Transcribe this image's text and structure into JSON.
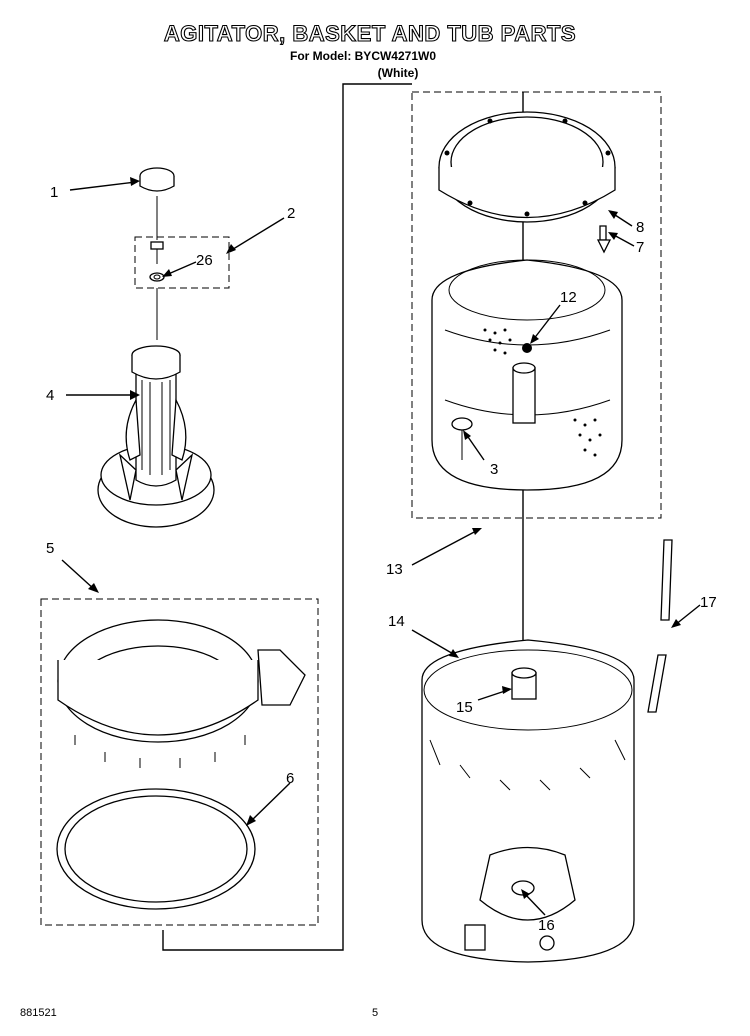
{
  "header": {
    "title": "AGITATOR, BASKET AND TUB PARTS",
    "model_line": "For Model: BYCW4271W0",
    "color_line": "(White)"
  },
  "callouts": [
    {
      "id": "1",
      "label": "1"
    },
    {
      "id": "2",
      "label": "2"
    },
    {
      "id": "26",
      "label": "26"
    },
    {
      "id": "4",
      "label": "4"
    },
    {
      "id": "5",
      "label": "5"
    },
    {
      "id": "6",
      "label": "6"
    },
    {
      "id": "8",
      "label": "8"
    },
    {
      "id": "7",
      "label": "7"
    },
    {
      "id": "12",
      "label": "12"
    },
    {
      "id": "3",
      "label": "3"
    },
    {
      "id": "13",
      "label": "13"
    },
    {
      "id": "14",
      "label": "14"
    },
    {
      "id": "15",
      "label": "15"
    },
    {
      "id": "17",
      "label": "17"
    },
    {
      "id": "16",
      "label": "16"
    }
  ],
  "footer": {
    "doc_number": "881521",
    "page_number": "5"
  }
}
